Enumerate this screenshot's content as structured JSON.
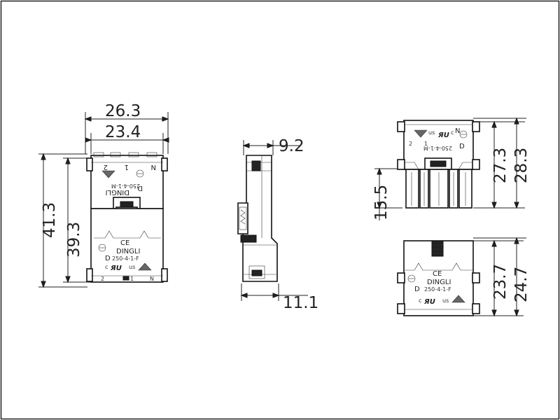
{
  "dimensions": {
    "front_width_outer": "26.3",
    "front_width_inner": "23.4",
    "front_height_outer": "41.3",
    "front_height_inner": "39.3",
    "side_width_top": "9.2",
    "side_width_bottom": "11.1",
    "male_height_pins": "15.5",
    "male_height_inner": "27.3",
    "male_height_outer": "28.3",
    "female_height_inner": "23.7",
    "female_height_outer": "24.7"
  },
  "markings": {
    "ce": "CE",
    "brand": "DINGLI",
    "brand_letter": "D",
    "part_female": "250-4-1-F",
    "part_male": "250-4-1-M",
    "ul_letter": "c",
    "ul_suffix": "us",
    "pin_2": "2",
    "pin_1": "1",
    "pin_n": "N"
  }
}
